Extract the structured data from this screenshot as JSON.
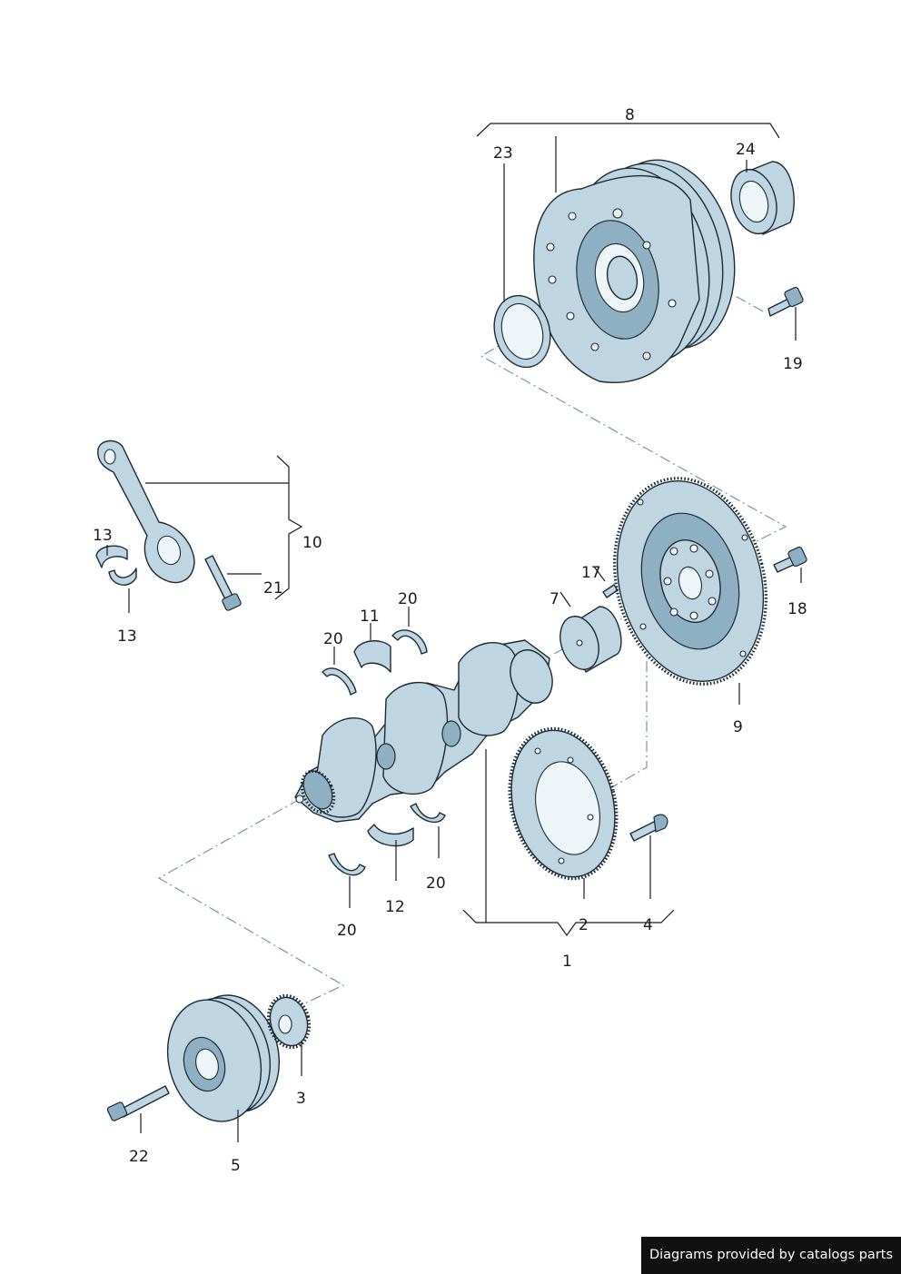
{
  "labels": {
    "l1": "1",
    "l2": "2",
    "l3": "3",
    "l4": "4",
    "l5": "5",
    "l7": "7",
    "l8": "8",
    "l9": "9",
    "l10": "10",
    "l11": "11",
    "l12": "12",
    "l13a": "13",
    "l13b": "13",
    "l17": "17",
    "l18": "18",
    "l19": "19",
    "l20a": "20",
    "l20b": "20",
    "l20c": "20",
    "l20d": "20",
    "l21": "21",
    "l22": "22",
    "l23": "23",
    "l24": "24"
  },
  "credit": "Diagrams provided by catalogs parts",
  "colors": {
    "part_fill": "#bfd6e2",
    "outline": "#1c2a33",
    "centerline": "#7a93a8"
  }
}
